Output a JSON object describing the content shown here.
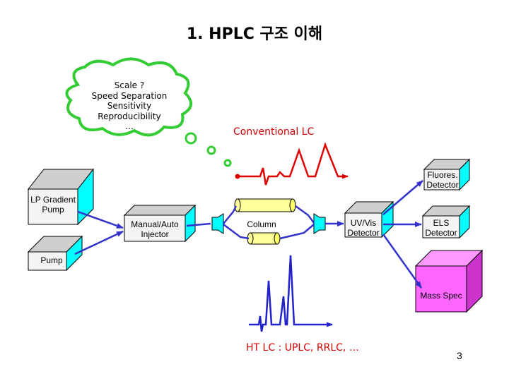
{
  "title": "1. HPLC 구조 이해",
  "cloud": {
    "lines": [
      "Scale ?",
      "Speed Separation",
      "Sensitivity",
      "Reproducibility",
      "…"
    ]
  },
  "conventional_lc": "Conventional LC",
  "ht_lc": "HT LC : UPLC, RRLC, …",
  "components": {
    "lp_gradient_pump": [
      "LP Gradient",
      "Pump"
    ],
    "pump": "Pump",
    "injector": [
      "Manual/Auto",
      "Injector"
    ],
    "column": "Column",
    "uv_detector": [
      "UV/Vis",
      "Detector"
    ],
    "fluores_detector": [
      "Fluores.",
      "Detector"
    ],
    "els_detector": [
      "ELS",
      "Detector"
    ],
    "mass_spec": "Mass Spec"
  },
  "page_number": "3",
  "colors": {
    "cyan": "#00ffff",
    "box_front": "#f4f4f4",
    "box_top": "#cfcfcf",
    "mass_spec": "#ff66ff",
    "arrow": "#3333cc",
    "cloud_stroke": "#33cc33",
    "trace_red": "#e00000",
    "trace_blue": "#2222cc",
    "column": "#ffff99"
  }
}
